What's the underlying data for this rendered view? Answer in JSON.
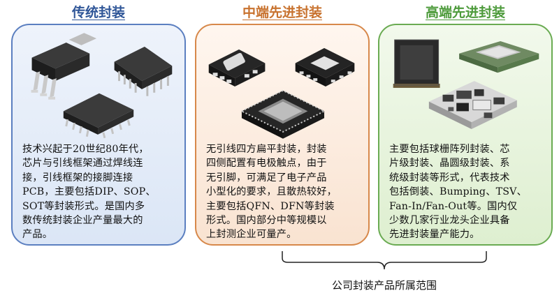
{
  "columns": [
    {
      "title": "传统封装",
      "description": [
        "技术兴起于20世纪80年代，",
        "芯片与引线框架通过焊线连",
        "接，引线框架的接脚连接",
        "PCB，主要包括DIP、SOP、",
        "SOT等封装形式。是国内多",
        "数传统封装企业产量最大的",
        "产品。"
      ]
    },
    {
      "title": "中端先进封装",
      "description": [
        "无引线四方扁平封装，封装",
        "四侧配置有电极触点，由于",
        "无引脚，可满足了电子产品",
        "小型化的要求，且散热较好，",
        "主要包括QFN、DFN等封装",
        "形式。国内部分中等规模以",
        "上封测企业可量产。"
      ]
    },
    {
      "title": "高端先进封装",
      "description": [
        "主要包括球栅阵列封装、芯",
        "片级封装、晶圆级封装、系",
        "统级封装等形式，代表技术",
        "包括倒装、Bumping、TSV、",
        "Fan-In/Fan-Out等。国内仅",
        "少数几家行业龙头企业具备",
        "先进封装量产能力。"
      ]
    }
  ],
  "caption": "公司封装产品所属范围",
  "colors": {
    "traditional": "#2e5597",
    "mid": "#c8722e",
    "high": "#4c9a3a"
  }
}
